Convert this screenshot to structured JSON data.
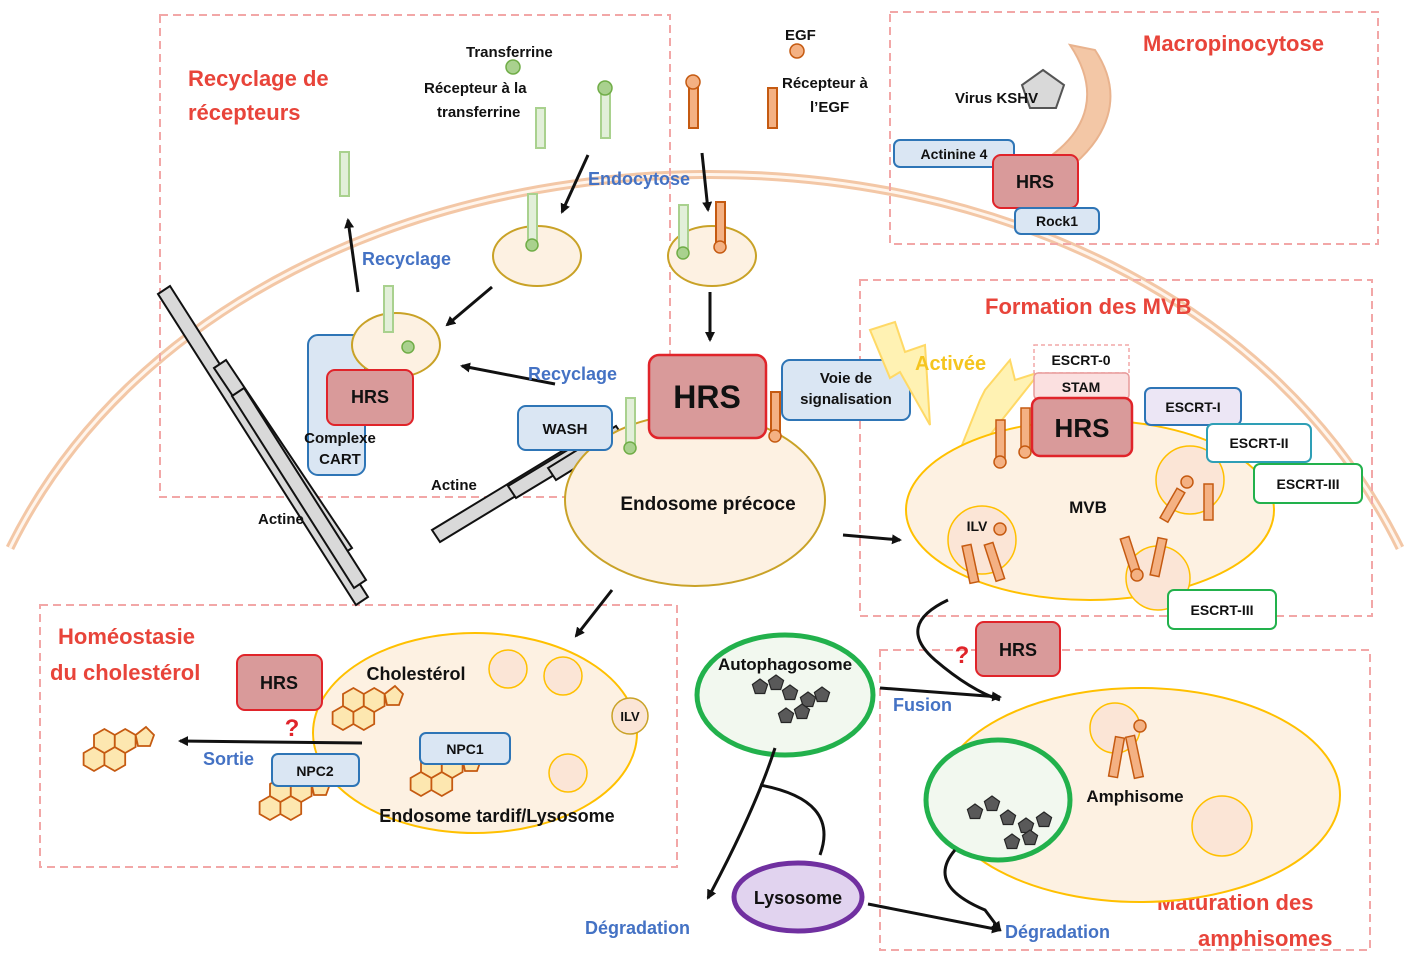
{
  "sections": {
    "recyclage": "Recyclage de récepteurs",
    "recyclage_line1": "Recyclage de",
    "recyclage_line2": "récepteurs",
    "macropinocytose": "Macropinocytose",
    "formation_mvb": "Formation des MVB",
    "homeostasie_line1": "Homéostasie",
    "homeostasie_line2": "du cholestérol",
    "maturation_line1": "Maturation des",
    "maturation_line2": "amphisomes"
  },
  "ligands": {
    "transferrine": "Transferrine",
    "recepteur_transferrine_1": "Récepteur à la",
    "recepteur_transferrine_2": "transferrine",
    "egf": "EGF",
    "recepteur_egf_1": "Récepteur à",
    "recepteur_egf_2": "l’EGF",
    "virus": "Virus KSHV"
  },
  "processes": {
    "endocytose": "Endocytose",
    "recyclage_1": "Recyclage",
    "recyclage_2": "Recyclage",
    "sortie": "Sortie",
    "fusion": "Fusion",
    "degradation_1": "Dégradation",
    "degradation_2": "Dégradation",
    "activee": "Activée"
  },
  "proteins": {
    "hrs": "HRS",
    "actinine": "Actinine 4",
    "rock1": "Rock1",
    "wash": "WASH",
    "voie_1": "Voie de",
    "voie_2": "signalisation",
    "escrt0": "ESCRT-0",
    "stam": "STAM",
    "escrt1": "ESCRT-I",
    "escrt2": "ESCRT-II",
    "escrt3": "ESCRT-III",
    "npc1": "NPC1",
    "npc2": "NPC2",
    "complexe_1": "Complexe",
    "complexe_2": "CART"
  },
  "compartments": {
    "endosome_precoce": "Endosome précoce",
    "mvb": "MVB",
    "ilv": "ILV",
    "cholesterol": "Cholestérol",
    "endosome_tardif": "Endosome tardif/Lysosome",
    "autophagosome": "Autophagosome",
    "lysosome": "Lysosome",
    "amphisome": "Amphisome",
    "actine": "Actine"
  },
  "question_mark": "?",
  "colors": {
    "section_title": "#e8443a",
    "process_label": "#4472c4",
    "activated": "#f5c51f",
    "hrs_fill": "#d99a9a",
    "hrs_border": "#e0242a",
    "protein_fill": "#dae6f3",
    "protein_border": "#2e75b6",
    "membrane": "#f6c9a8",
    "endosome_fill": "#fdf1e2",
    "endosome_border": "#c9a227",
    "mvb_border": "#ffc000",
    "autophagosome_border": "#22b14c",
    "lysosome_fill": "#e1d3ef",
    "lysosome_border": "#7030a0",
    "transferrin_green": "#a9d18e",
    "egf_orange": "#f4b183"
  }
}
